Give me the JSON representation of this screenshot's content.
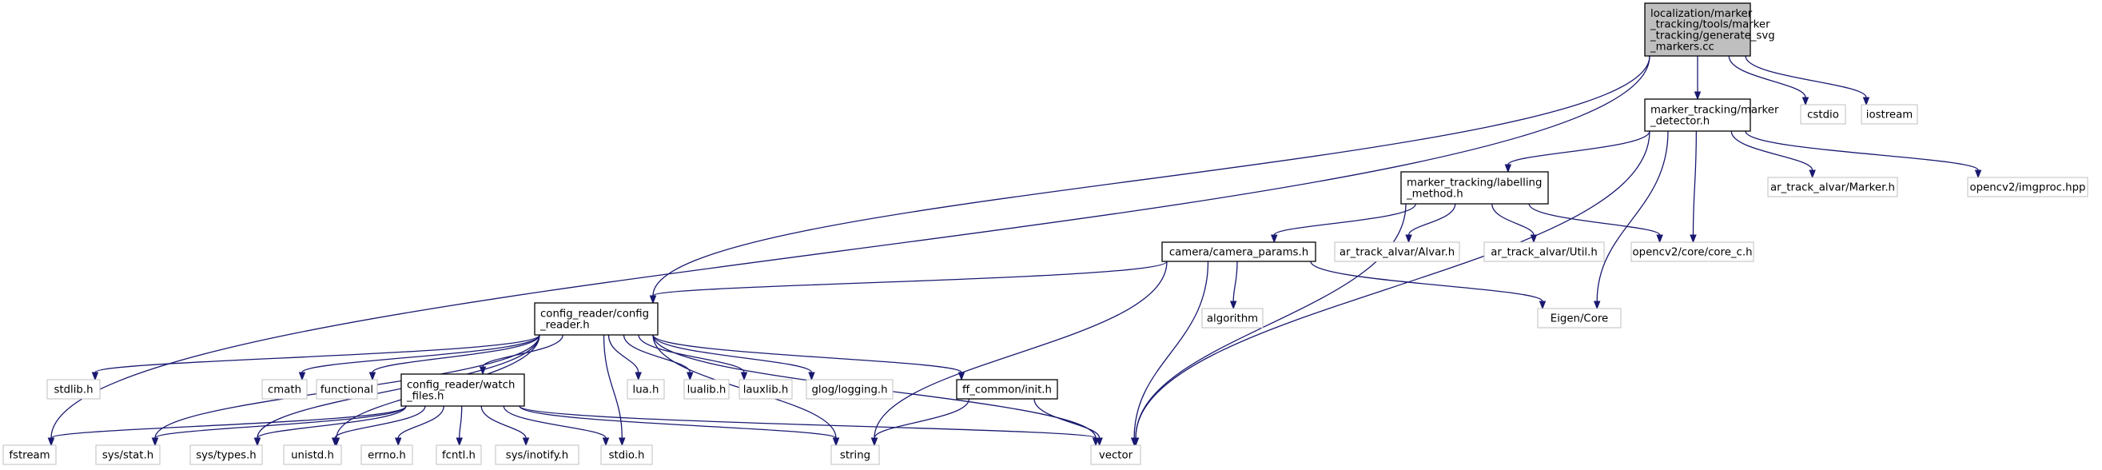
{
  "diagram": {
    "nodes": [
      {
        "id": "root",
        "kind": "root",
        "lines": [
          "localization/marker",
          "_tracking/tools/marker",
          "_tracking/generate_svg",
          "_markers.cc"
        ]
      },
      {
        "id": "marker_detector",
        "kind": "linked",
        "lines": [
          "marker_tracking/marker",
          "_detector.h"
        ]
      },
      {
        "id": "cstdio",
        "kind": "plain",
        "lines": [
          "cstdio"
        ]
      },
      {
        "id": "iostream",
        "kind": "plain",
        "lines": [
          "iostream"
        ]
      },
      {
        "id": "labelling_method",
        "kind": "linked",
        "lines": [
          "marker_tracking/labelling",
          "_method.h"
        ]
      },
      {
        "id": "ar_marker",
        "kind": "plain",
        "lines": [
          "ar_track_alvar/Marker.h"
        ]
      },
      {
        "id": "imgproc",
        "kind": "plain",
        "lines": [
          "opencv2/imgproc.hpp"
        ]
      },
      {
        "id": "camera_params",
        "kind": "linked",
        "lines": [
          "camera/camera_params.h"
        ]
      },
      {
        "id": "alvar",
        "kind": "plain",
        "lines": [
          "ar_track_alvar/Alvar.h"
        ]
      },
      {
        "id": "util",
        "kind": "plain",
        "lines": [
          "ar_track_alvar/Util.h"
        ]
      },
      {
        "id": "core_c",
        "kind": "plain",
        "lines": [
          "opencv2/core/core_c.h"
        ]
      },
      {
        "id": "config_reader",
        "kind": "linked",
        "lines": [
          "config_reader/config",
          "_reader.h"
        ]
      },
      {
        "id": "algorithm",
        "kind": "plain",
        "lines": [
          "algorithm"
        ]
      },
      {
        "id": "eigen",
        "kind": "plain",
        "lines": [
          "Eigen/Core"
        ]
      },
      {
        "id": "stdlib",
        "kind": "plain",
        "lines": [
          "stdlib.h"
        ]
      },
      {
        "id": "cmath",
        "kind": "plain",
        "lines": [
          "cmath"
        ]
      },
      {
        "id": "functional",
        "kind": "plain",
        "lines": [
          "functional"
        ]
      },
      {
        "id": "watch_files",
        "kind": "linked",
        "lines": [
          "config_reader/watch",
          "_files.h"
        ]
      },
      {
        "id": "lua",
        "kind": "plain",
        "lines": [
          "lua.h"
        ]
      },
      {
        "id": "lualib",
        "kind": "plain",
        "lines": [
          "lualib.h"
        ]
      },
      {
        "id": "lauxlib",
        "kind": "plain",
        "lines": [
          "lauxlib.h"
        ]
      },
      {
        "id": "glog",
        "kind": "plain",
        "lines": [
          "glog/logging.h"
        ]
      },
      {
        "id": "ff_init",
        "kind": "linked",
        "lines": [
          "ff_common/init.h"
        ]
      },
      {
        "id": "fstream",
        "kind": "plain",
        "lines": [
          "fstream"
        ]
      },
      {
        "id": "sys_stat",
        "kind": "plain",
        "lines": [
          "sys/stat.h"
        ]
      },
      {
        "id": "sys_types",
        "kind": "plain",
        "lines": [
          "sys/types.h"
        ]
      },
      {
        "id": "unistd",
        "kind": "plain",
        "lines": [
          "unistd.h"
        ]
      },
      {
        "id": "errno",
        "kind": "plain",
        "lines": [
          "errno.h"
        ]
      },
      {
        "id": "fcntl",
        "kind": "plain",
        "lines": [
          "fcntl.h"
        ]
      },
      {
        "id": "inotify",
        "kind": "plain",
        "lines": [
          "sys/inotify.h"
        ]
      },
      {
        "id": "stdio",
        "kind": "plain",
        "lines": [
          "stdio.h"
        ]
      },
      {
        "id": "string",
        "kind": "plain",
        "lines": [
          "string"
        ]
      },
      {
        "id": "vector",
        "kind": "plain",
        "lines": [
          "vector"
        ]
      }
    ],
    "edges": [
      [
        "root",
        "marker_detector"
      ],
      [
        "root",
        "cstdio"
      ],
      [
        "root",
        "iostream"
      ],
      [
        "root",
        "config_reader"
      ],
      [
        "root",
        "fstream"
      ],
      [
        "marker_detector",
        "labelling_method"
      ],
      [
        "marker_detector",
        "ar_marker"
      ],
      [
        "marker_detector",
        "imgproc"
      ],
      [
        "marker_detector",
        "core_c"
      ],
      [
        "marker_detector",
        "eigen"
      ],
      [
        "marker_detector",
        "vector"
      ],
      [
        "labelling_method",
        "camera_params"
      ],
      [
        "labelling_method",
        "alvar"
      ],
      [
        "labelling_method",
        "util"
      ],
      [
        "labelling_method",
        "core_c"
      ],
      [
        "labelling_method",
        "vector"
      ],
      [
        "camera_params",
        "config_reader"
      ],
      [
        "camera_params",
        "algorithm"
      ],
      [
        "camera_params",
        "eigen"
      ],
      [
        "camera_params",
        "string"
      ],
      [
        "camera_params",
        "vector"
      ],
      [
        "config_reader",
        "stdlib"
      ],
      [
        "config_reader",
        "cmath"
      ],
      [
        "config_reader",
        "functional"
      ],
      [
        "config_reader",
        "watch_files"
      ],
      [
        "config_reader",
        "lua"
      ],
      [
        "config_reader",
        "lualib"
      ],
      [
        "config_reader",
        "lauxlib"
      ],
      [
        "config_reader",
        "glog"
      ],
      [
        "config_reader",
        "ff_init"
      ],
      [
        "config_reader",
        "sys_stat"
      ],
      [
        "config_reader",
        "sys_types"
      ],
      [
        "config_reader",
        "unistd"
      ],
      [
        "config_reader",
        "stdio"
      ],
      [
        "config_reader",
        "string"
      ],
      [
        "config_reader",
        "vector"
      ],
      [
        "watch_files",
        "fstream"
      ],
      [
        "watch_files",
        "sys_stat"
      ],
      [
        "watch_files",
        "sys_types"
      ],
      [
        "watch_files",
        "unistd"
      ],
      [
        "watch_files",
        "errno"
      ],
      [
        "watch_files",
        "fcntl"
      ],
      [
        "watch_files",
        "inotify"
      ],
      [
        "watch_files",
        "stdio"
      ],
      [
        "watch_files",
        "string"
      ],
      [
        "watch_files",
        "vector"
      ],
      [
        "ff_init",
        "string"
      ],
      [
        "ff_init",
        "vector"
      ]
    ]
  }
}
